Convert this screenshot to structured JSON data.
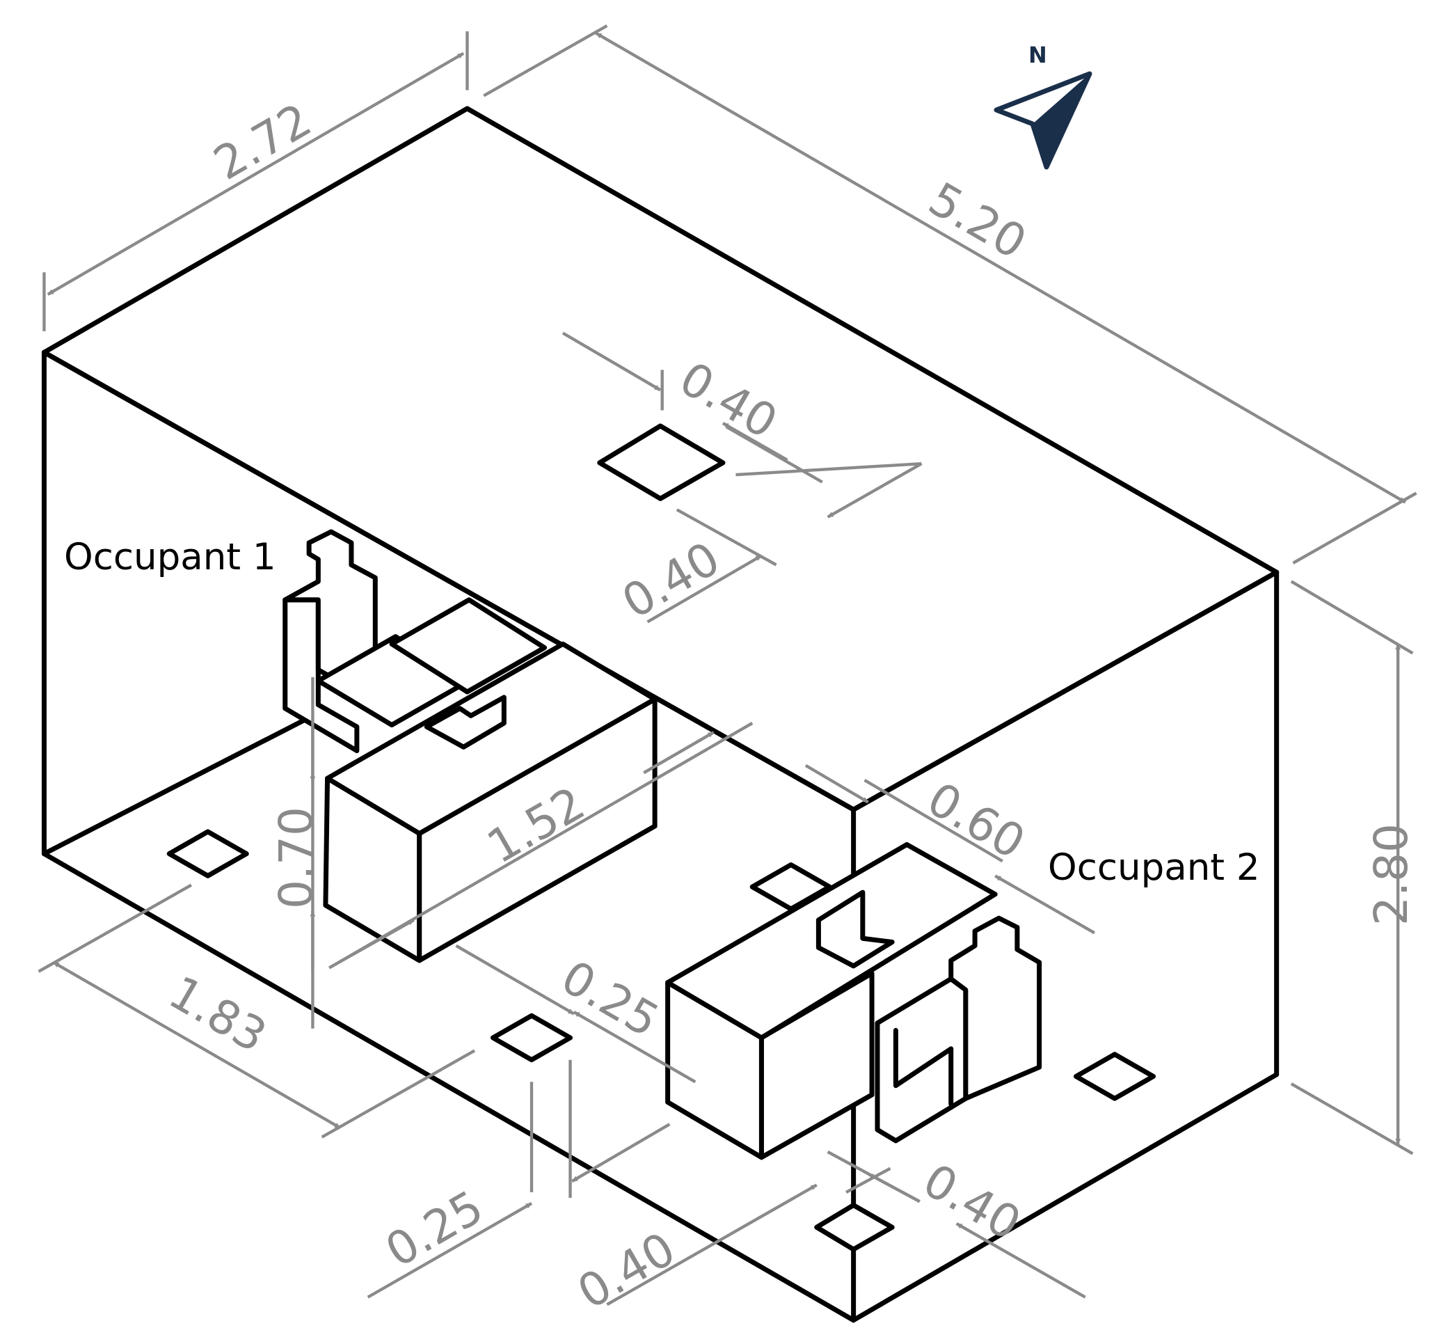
{
  "compass": {
    "label": "N",
    "icon": "north-arrow-icon",
    "color": "#1a2f4a"
  },
  "occupants": {
    "occupant_1": "Occupant 1",
    "occupant_2": "Occupant 2"
  },
  "dimensions": {
    "room_width": "2.72",
    "room_length": "5.20",
    "room_height": "2.80",
    "ceiling_vent_width": "0.40",
    "ceiling_vent_depth": "0.40",
    "desk_length": "1.52",
    "desk_height": "0.70",
    "desk_offset": "1.83",
    "desk2_gap": "0.25",
    "floor_vent_width": "0.25",
    "floor_vent_side": "0.40",
    "floor_vent_depth": "0.40",
    "desk2_depth": "0.60"
  },
  "colors": {
    "outline": "#000000",
    "dimension": "#8a8a8a",
    "background": "#ffffff"
  }
}
